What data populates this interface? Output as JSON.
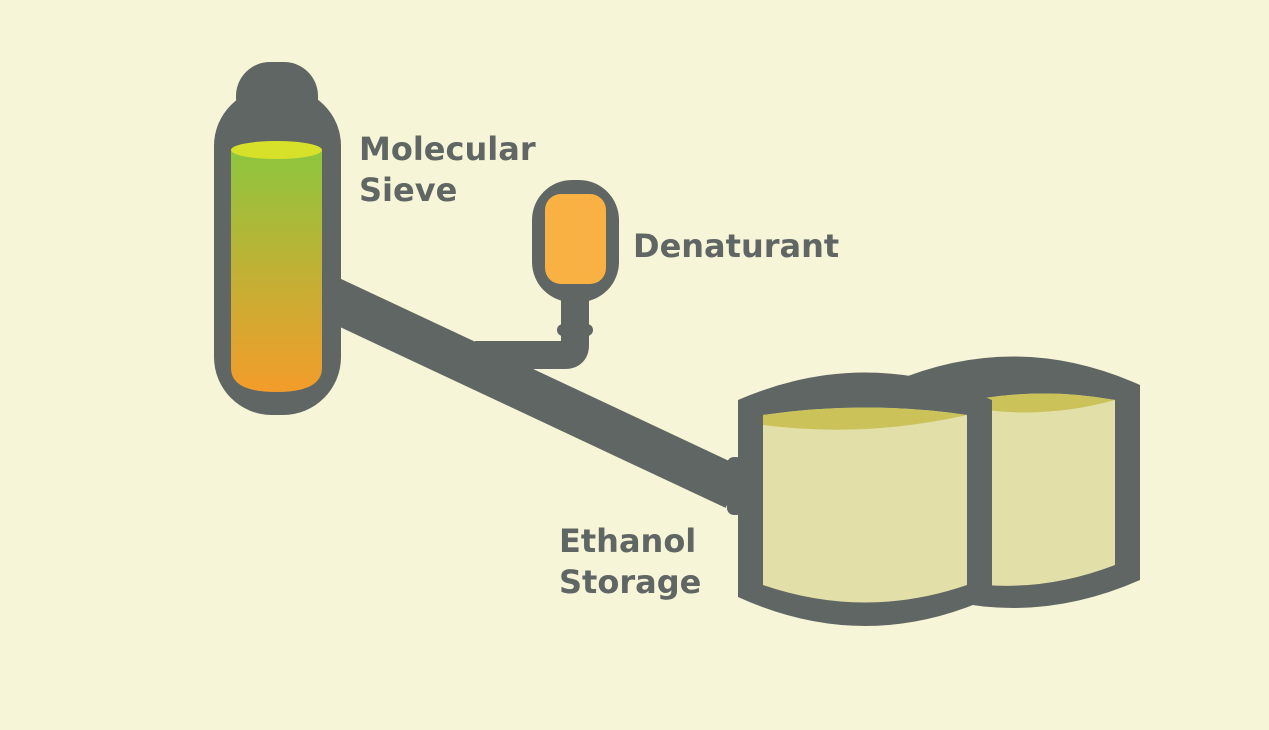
{
  "labels": {
    "molecular_sieve_line1": "Molecular",
    "molecular_sieve_line2": "Sieve",
    "denaturant": "Denaturant",
    "ethanol_storage_line1": "Ethanol",
    "ethanol_storage_line2": "Storage"
  },
  "colors": {
    "background": "#f7f5d7",
    "equipment": "#5f6663",
    "sieve_top": "#8dc63f",
    "sieve_bottom": "#f39c2a",
    "denaturant_fill": "#f9b143",
    "ethanol_body": "#e3dfa8",
    "ethanol_surface": "#cbc35a"
  }
}
